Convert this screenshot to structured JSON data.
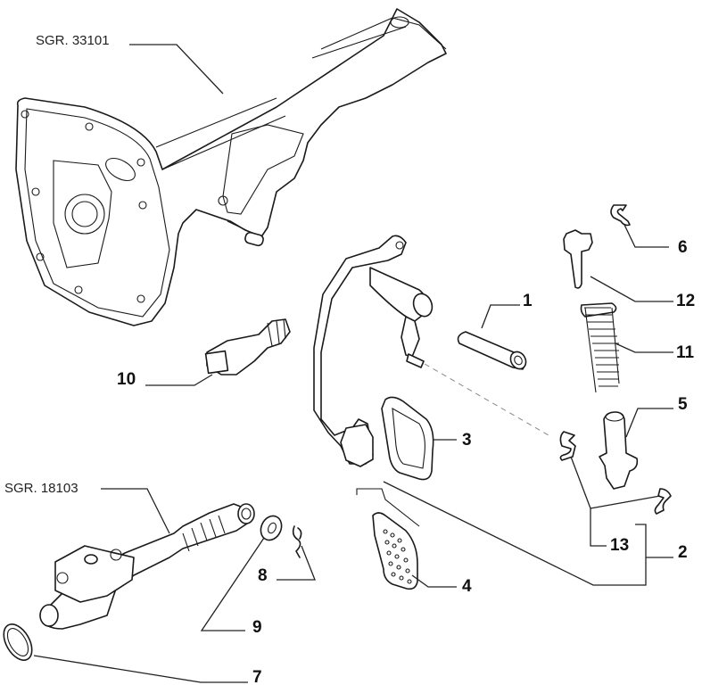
{
  "diagram": {
    "type": "exploded-parts-diagram",
    "subject": "clutch pedal assembly",
    "references": [
      {
        "id": "ref-frame",
        "text": "SGR. 33101"
      },
      {
        "id": "ref-master-cylinder",
        "text": "SGR. 18103"
      }
    ],
    "callouts": [
      {
        "id": "1",
        "text": "1"
      },
      {
        "id": "2",
        "text": "2"
      },
      {
        "id": "3",
        "text": "3"
      },
      {
        "id": "4",
        "text": "4"
      },
      {
        "id": "5",
        "text": "5"
      },
      {
        "id": "6",
        "text": "6"
      },
      {
        "id": "7",
        "text": "7"
      },
      {
        "id": "8",
        "text": "8"
      },
      {
        "id": "9",
        "text": "9"
      },
      {
        "id": "10",
        "text": "10"
      },
      {
        "id": "11",
        "text": "11"
      },
      {
        "id": "12",
        "text": "12"
      },
      {
        "id": "13",
        "text": "13"
      }
    ]
  }
}
